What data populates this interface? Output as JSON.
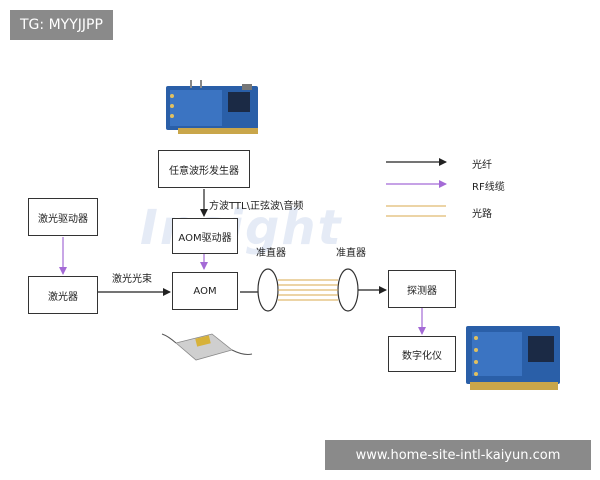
{
  "tag": "TG: MYYJJPP",
  "url_banner": "www.home-site-intl-kaiyun.com",
  "watermark": "Insight",
  "nodes": {
    "awg": "任意波形发生器",
    "laser_driver": "激光驱动器",
    "laser": "激光器",
    "aom_driver": "AOM驱动器",
    "aom": "AOM",
    "detector": "探测器",
    "digitizer": "数字化仪"
  },
  "edge_labels": {
    "waveforms": "方波TTL\\正弦波\\音频",
    "laser_beam": "激光光束",
    "collimator_left": "准直器",
    "collimator_right": "准直器"
  },
  "legend": {
    "fiber": "光纤",
    "rf_cable": "RF线缆",
    "optical_path": "光路"
  },
  "colors": {
    "fiber": "#222222",
    "rf_cable": "#a46ad6",
    "optical_path": "#d9a84e",
    "card_blue": "#2a5fa8",
    "badge": "#8a8a8a"
  },
  "icons": [
    "spectrum-card-icon",
    "aom-device-icon",
    "digitizer-card-icon"
  ]
}
